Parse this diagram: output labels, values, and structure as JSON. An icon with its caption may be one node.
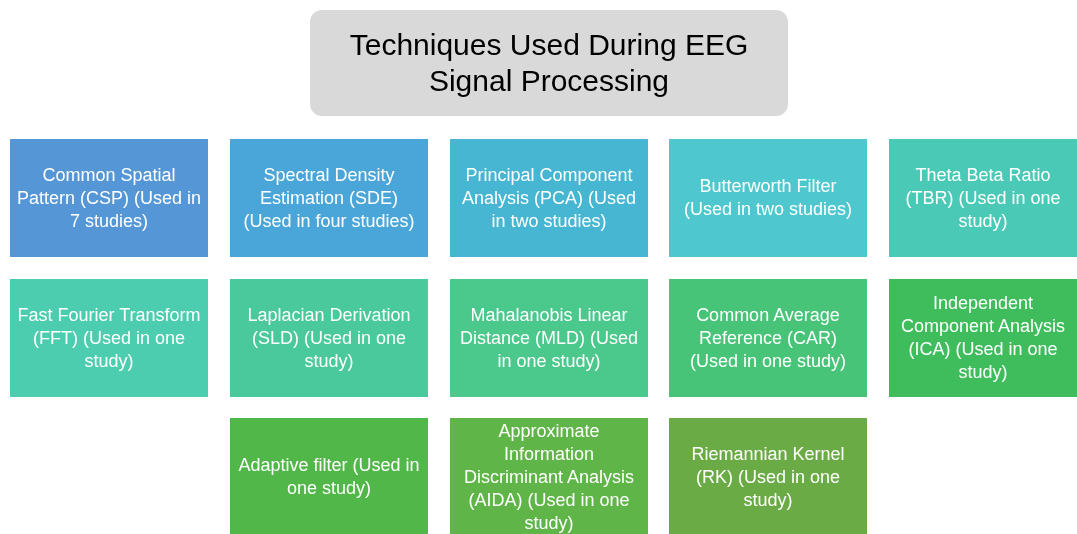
{
  "diagram": {
    "nodes": [
      {
        "text": [
          "Techniques Used During EEG Signal Processing"
        ]
      },
      {
        "text": [
          "Common Spatial Pattern (CSP) (Used in 7 studies)"
        ]
      },
      {
        "text": [
          "Spectral Density Estimation (SDE) (Used in four studies)"
        ]
      },
      {
        "text": [
          "Principal Component Analysis (PCA) (Used in two studies)"
        ]
      },
      {
        "text": [
          "Butterworth Filter (Used in two studies)"
        ]
      },
      {
        "text": [
          "Theta Beta Ratio (TBR) (Used in one study)"
        ]
      },
      {
        "text": [
          "Fast Fourier Transform (FFT) (Used in one study)"
        ]
      },
      {
        "text": [
          "Laplacian Derivation (SLD) (Used in one study)"
        ]
      },
      {
        "text": [
          "Mahalanobis Linear Distance (MLD) (Used in one study)"
        ]
      },
      {
        "text": [
          "Common Average Reference (CAR) (Used in one study)"
        ]
      },
      {
        "text": [
          "Independent Component Analysis (ICA)  (Used in one study)"
        ]
      },
      {
        "text": [
          "Adaptive filter (Used in one study)"
        ]
      },
      {
        "text": [
          "Approximate Information Discriminant Analysis (AIDA) (Used in one study)"
        ]
      },
      {
        "text": [
          "Riemannian Kernel (RK) (Used in one study)"
        ]
      }
    ],
    "edges": []
  }
}
